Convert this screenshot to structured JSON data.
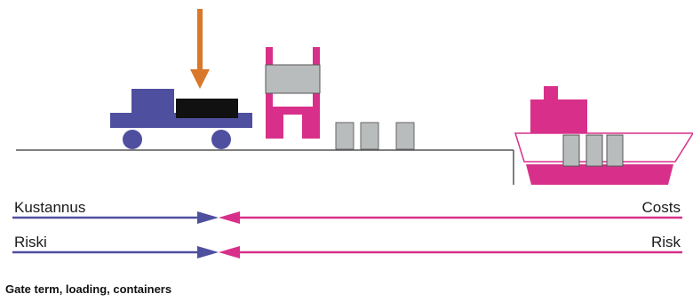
{
  "labels": {
    "cost_left": "Kustannus",
    "risk_left": "Riski",
    "cost_right": "Costs",
    "risk_right": "Risk"
  },
  "caption": "Gate term, loading, containers",
  "colors": {
    "seller_blue": "#4f4f9f",
    "buyer_magenta": "#d8308a",
    "load_arrow_orange": "#d9782a",
    "container_grey": "#b9bcbc",
    "cargo_black": "#111111",
    "ground_line": "#555555"
  },
  "icons": [
    "down-arrow-icon",
    "truck-icon",
    "forklift-icon",
    "container-icon",
    "ship-icon"
  ]
}
